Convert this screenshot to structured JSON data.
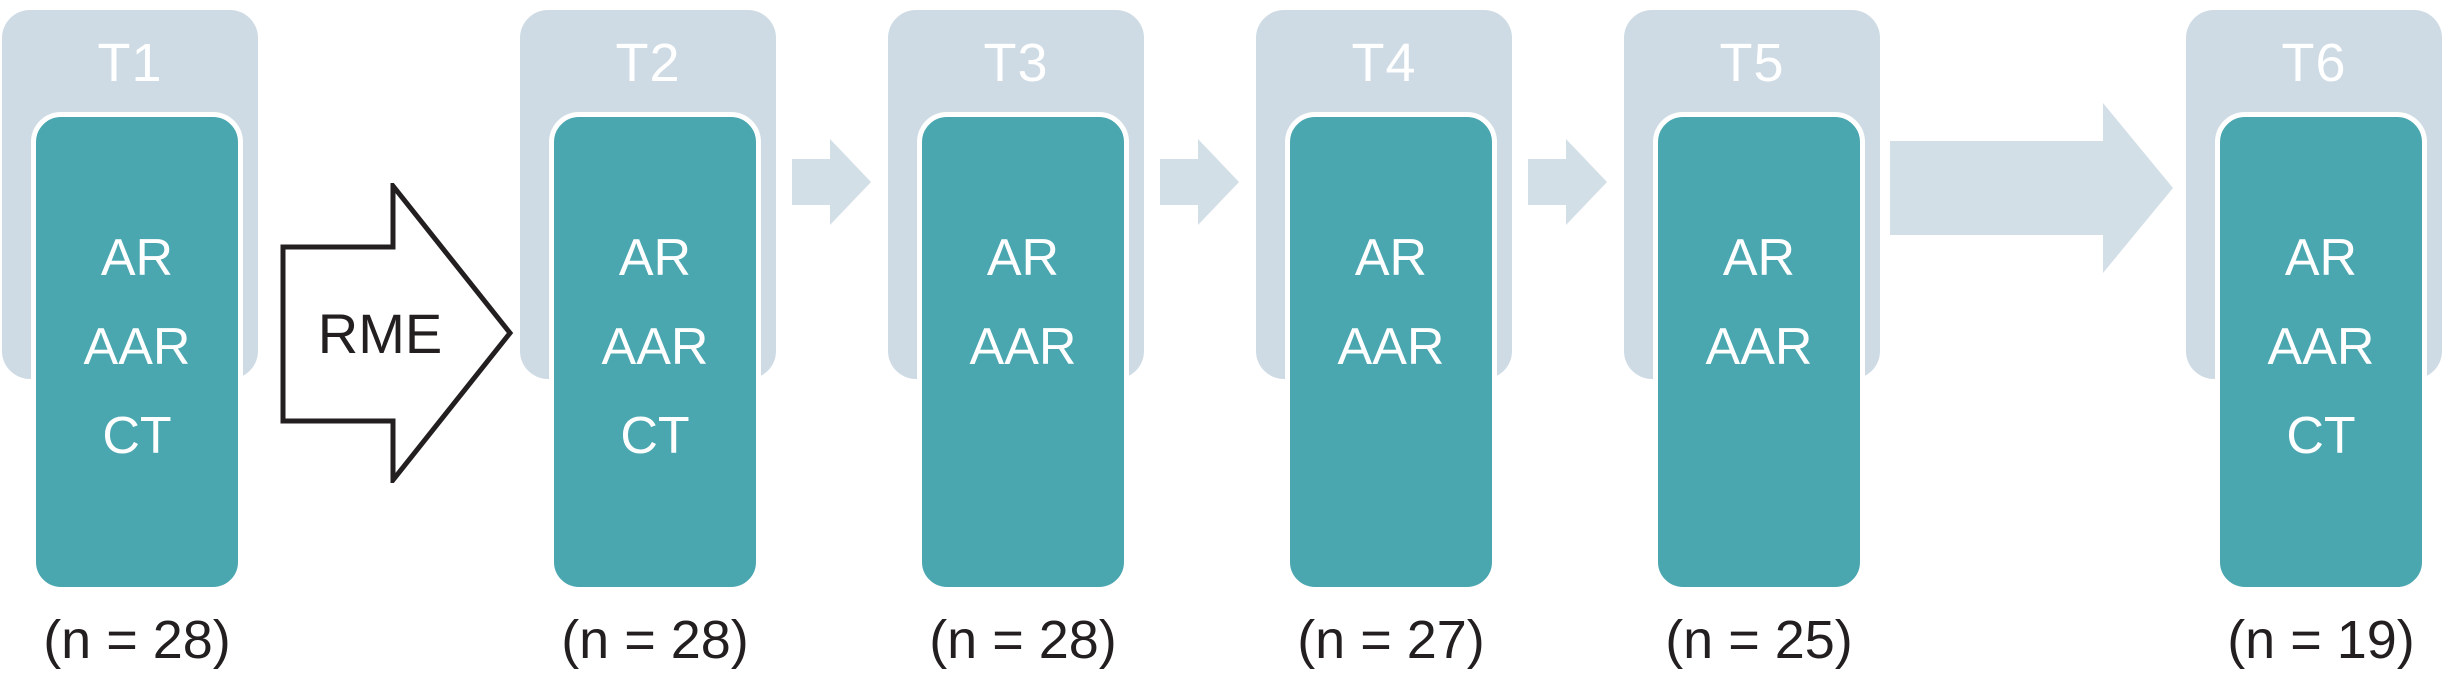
{
  "diagram": {
    "type": "timeline-flow",
    "description": "Six timepoint blocks T1-T6 with assessments and sample sizes, connected by arrows; RME intervention arrow between T1 and T2"
  },
  "colors": {
    "tab_fill": "#cedbe4",
    "box_fill": "#4aa7b0",
    "arrow_fill": "#d3dfe7",
    "ink": "#231f20",
    "light_text": "#ffffff"
  },
  "stages": [
    {
      "label": "T1",
      "lines": [
        "AR",
        "AAR",
        "CT"
      ],
      "count": "(n = 28)"
    },
    {
      "label": "T2",
      "lines": [
        "AR",
        "AAR",
        "CT"
      ],
      "count": "(n = 28)"
    },
    {
      "label": "T3",
      "lines": [
        "AR",
        "AAR"
      ],
      "count": "(n = 28)"
    },
    {
      "label": "T4",
      "lines": [
        "AR",
        "AAR"
      ],
      "count": "(n = 27)"
    },
    {
      "label": "T5",
      "lines": [
        "AR",
        "AAR"
      ],
      "count": "(n = 25)"
    },
    {
      "label": "T6",
      "lines": [
        "AR",
        "AAR",
        "CT"
      ],
      "count": "(n = 19)"
    }
  ],
  "connectors": {
    "rme_label": "RME"
  }
}
